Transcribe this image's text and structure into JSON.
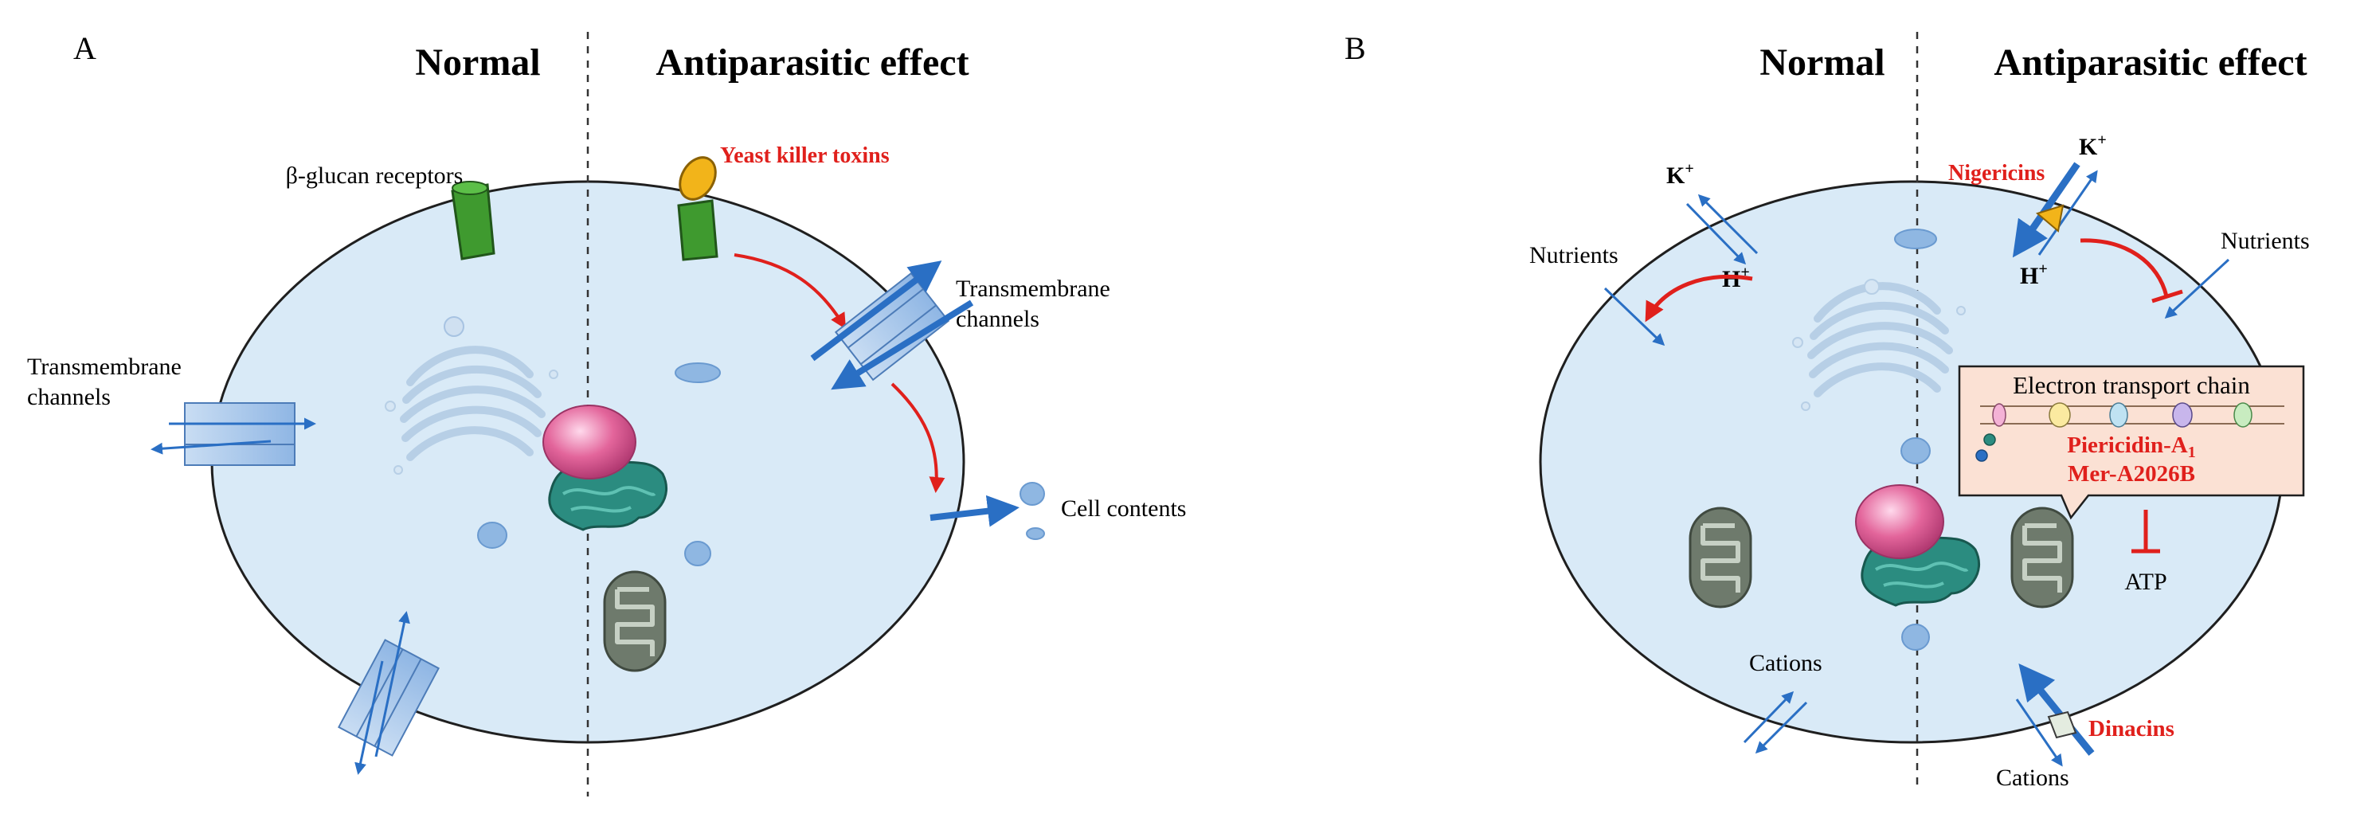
{
  "colors": {
    "cell_fill": "#d9eaf7",
    "cell_stroke": "#1f1f1f",
    "channel_fill": "#a9c8ec",
    "arrow_blue": "#2a6fc4",
    "red": "#e0201c",
    "receptor_green": "#3f9a2f",
    "toxin_orange": "#f2b41a",
    "nucleus_pink": "#e3659b",
    "er_teal": "#2b8c80",
    "mito_gray": "#5f6b5e",
    "etc_box_fill": "#fbe1d4"
  },
  "panel_a": {
    "letter": "A",
    "header_normal": "Normal",
    "header_effect": "Antiparasitic effect",
    "beta_glucan_label": "β-glucan receptors",
    "toxin_label": "Yeast killer toxins",
    "tm_channels_right": [
      "Transmembrane",
      "channels"
    ],
    "tm_channels_left": [
      "Transmembrane",
      "channels"
    ],
    "cell_contents_label": "Cell contents"
  },
  "panel_b": {
    "letter": "B",
    "header_normal": "Normal",
    "header_effect": "Antiparasitic effect",
    "k_ion": "K",
    "k_sup": "+",
    "h_ion": "H",
    "h_sup": "+",
    "nutrients_label": "Nutrients",
    "nigericins_label": "Nigericins",
    "etc_title": "Electron transport chain",
    "piericidin_main": "Piericidin-A",
    "piericidin_sub": "1",
    "mer_label": "Mer-A2026B",
    "atp_label": "ATP",
    "cations_label": "Cations",
    "dinacins_label": "Dinacins"
  }
}
